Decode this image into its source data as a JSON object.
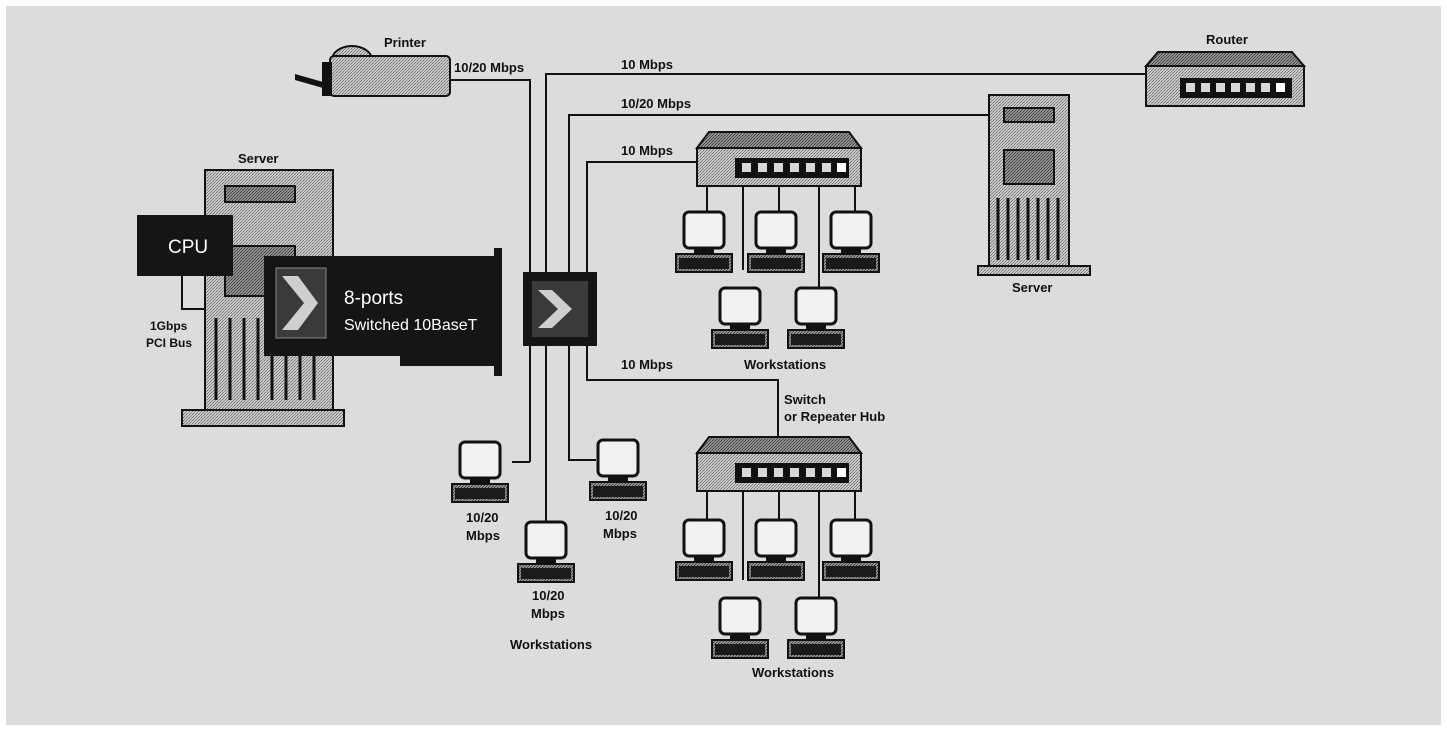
{
  "labels": {
    "printer": "Printer",
    "router": "Router",
    "server_left": "Server",
    "server_right": "Server",
    "cpu": "CPU",
    "bus_speed": "1Gbps",
    "bus_name": "PCI Bus",
    "card_ports": "8-ports",
    "card_type": "Switched 10BaseT",
    "link_printer": "10/20  Mbps",
    "link_router": "10 Mbps",
    "link_server": "10/20  Mbps",
    "link_hub_top": "10 Mbps",
    "link_hub_bottom": "10 Mbps",
    "hub_note_line1": "Switch",
    "hub_note_line2": "or Repeater Hub",
    "ws_top_caption": "Workstations",
    "ws_bottom_caption": "Workstations",
    "ws_direct_caption": "Workstations",
    "ws_direct_speed": "10/20",
    "ws_direct_unit": "Mbps"
  },
  "colors": {
    "background": "#dcdcdc",
    "border": "#ffffff",
    "line": "#111111",
    "device_fill": "#b9b9b9",
    "device_dark": "#151515",
    "card_text": "#ffffff"
  }
}
